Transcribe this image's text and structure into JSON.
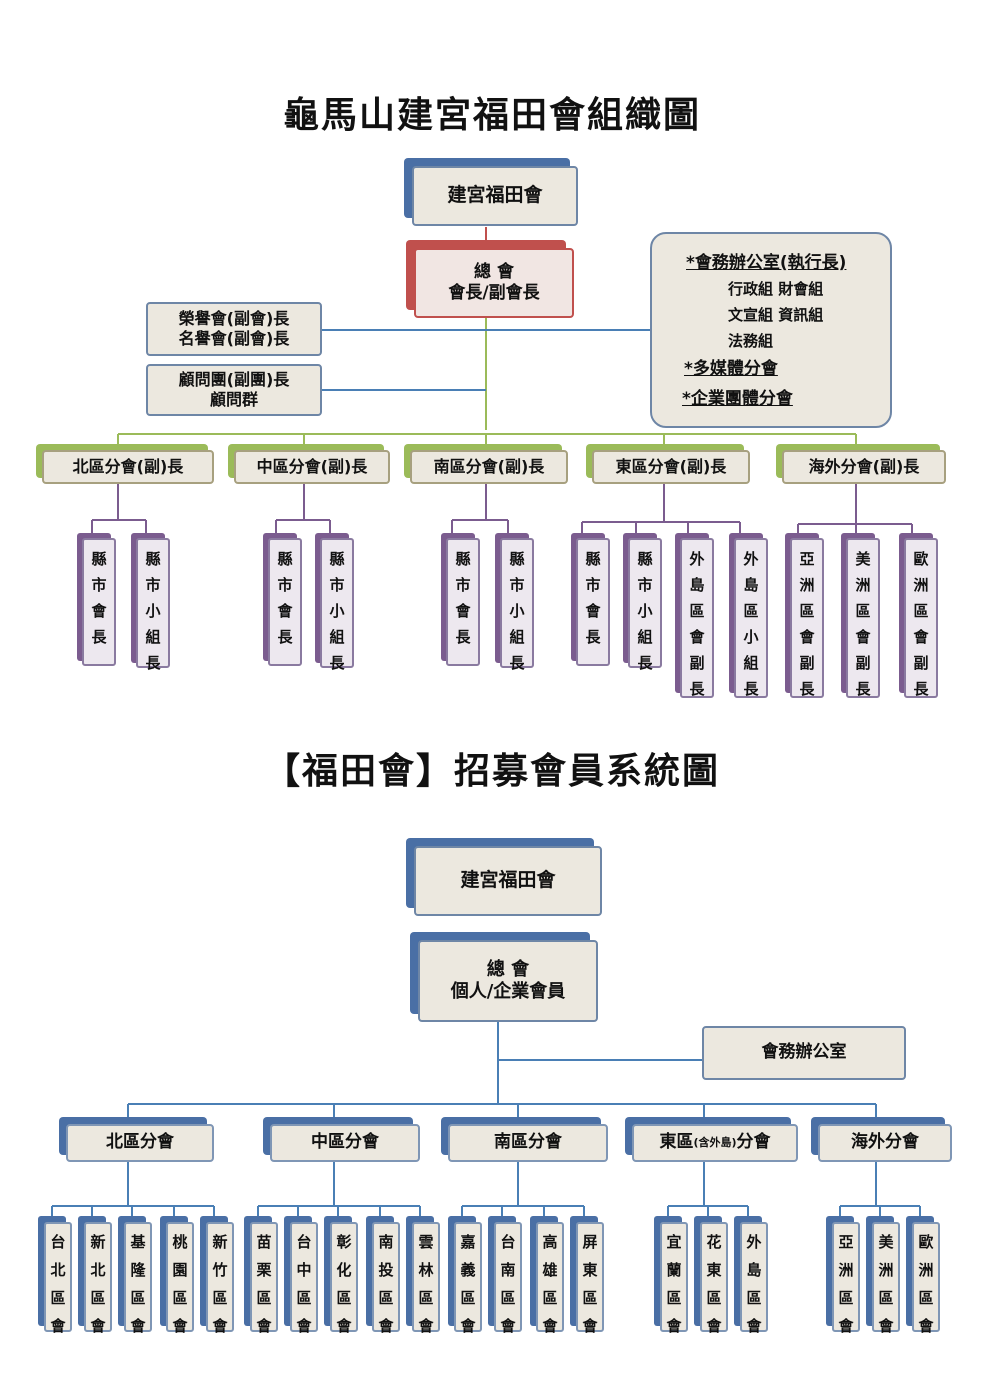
{
  "chart1": {
    "title": "龜馬山建宮福田會組織圖",
    "root": "建宮福田會",
    "general_line1": "總 會",
    "general_line2": "會長/副會長",
    "honor_line1": "榮譽會(副會)長",
    "honor_line2": "名譽會(副會)長",
    "advisor_line1": "顧問團(副團)長",
    "advisor_line2": "顧問群",
    "office": {
      "head": "*會務辦公室(執行長)",
      "row1": "行政組  財會組",
      "row2": "文宣組  資訊組",
      "row3": "法務組",
      "media": "*多媒體分會",
      "enterprise": "*企業團體分會"
    },
    "branches": [
      "北區分會(副)長",
      "中區分會(副)長",
      "南區分會(副)長",
      "東區分會(副)長",
      "海外分會(副)長"
    ],
    "sub_north": [
      "縣市會長",
      "縣市小組長"
    ],
    "sub_central": [
      "縣市會長",
      "縣市小組長"
    ],
    "sub_south": [
      "縣市會長",
      "縣市小組長"
    ],
    "sub_east": [
      "縣市會長",
      "縣市小組長",
      "外島區會副長",
      "外島區小組長"
    ],
    "sub_overseas": [
      "亞洲區會副長",
      "美洲區會副長",
      "歐洲區會副長"
    ]
  },
  "chart2": {
    "title": "【福田會】招募會員系統圖",
    "root": "建宮福田會",
    "general_line1": "總 會",
    "general_line2": "個人/企業會員",
    "office": "會務辦公室",
    "branches": [
      "北區分會",
      "中區分會",
      "南區分會",
      "東區",
      "(含外島)",
      "分會",
      "海外分會"
    ],
    "north": [
      "台北區會",
      "新北區會",
      "基隆區會",
      "桃園區會",
      "新竹區會"
    ],
    "central": [
      "苗栗區會",
      "台中區會",
      "彰化區會",
      "南投區會",
      "雲林區會"
    ],
    "south": [
      "嘉義區會",
      "台南區會",
      "高雄區會",
      "屏東區會"
    ],
    "east": [
      "宜蘭區會",
      "花東區會",
      "外島區會"
    ],
    "overseas": [
      "亞洲區會",
      "美洲區會",
      "歐洲區會"
    ]
  }
}
